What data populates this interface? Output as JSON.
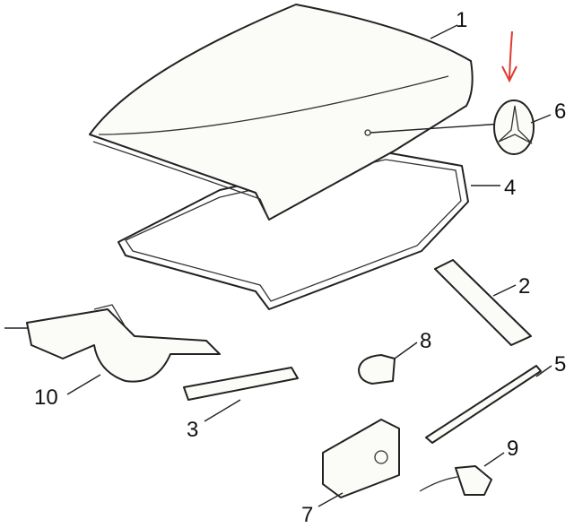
{
  "diagram": {
    "callouts": [
      {
        "id": "1",
        "label": "1",
        "part": "trunk-lid"
      },
      {
        "id": "2",
        "label": "2",
        "part": "pad"
      },
      {
        "id": "3",
        "label": "3",
        "part": "pad"
      },
      {
        "id": "4",
        "label": "4",
        "part": "weatherstrip-seal"
      },
      {
        "id": "5",
        "label": "5",
        "part": "molding-strip"
      },
      {
        "id": "6",
        "label": "6",
        "part": "star-emblem"
      },
      {
        "id": "7",
        "label": "7",
        "part": "lock-actuator"
      },
      {
        "id": "8",
        "label": "8",
        "part": "bumper"
      },
      {
        "id": "9",
        "label": "9",
        "part": "vacuum-element"
      },
      {
        "id": "10",
        "label": "10",
        "part": "hinge"
      }
    ],
    "colors": {
      "ink": "#222222",
      "highlight_arrow": "#e03a2f",
      "paper": "#ffffff"
    }
  }
}
